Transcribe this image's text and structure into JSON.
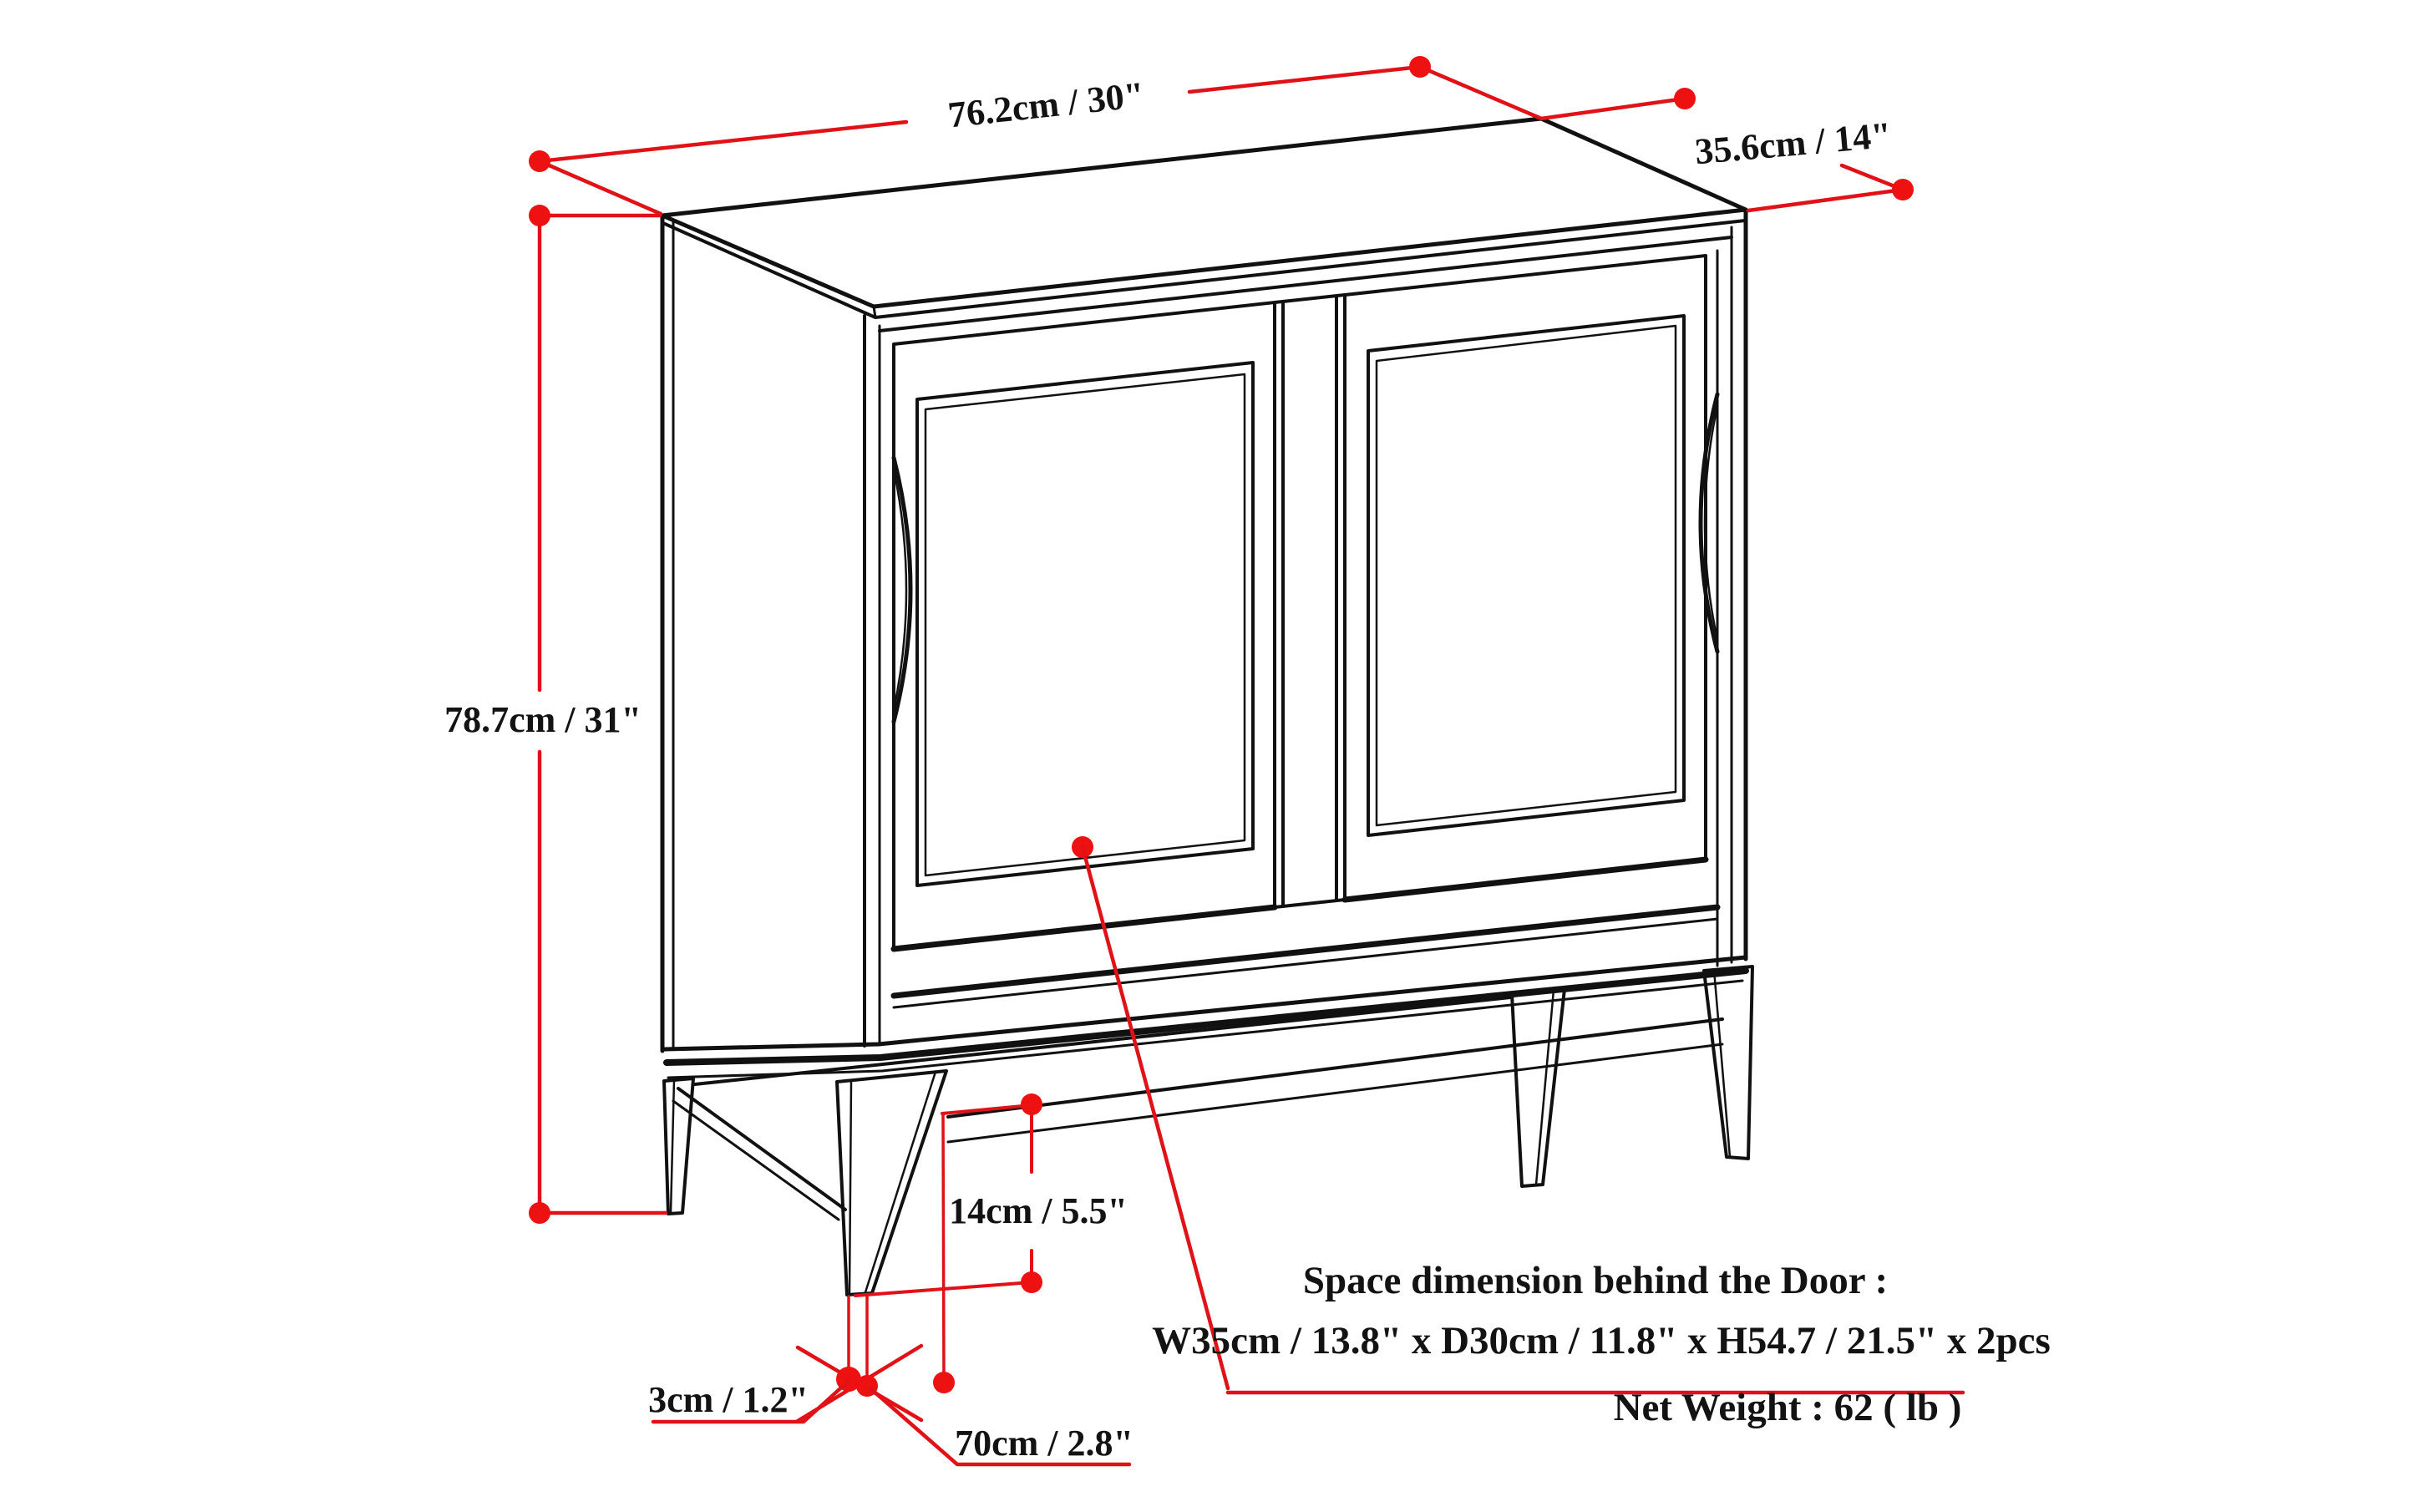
{
  "diagram": {
    "type": "furniture-dimension-drawing",
    "product": "two-door storage cabinet",
    "labels": {
      "width": "76.2cm / 30\"",
      "depth": "35.6cm / 14\"",
      "height": "78.7cm / 31\"",
      "leg_height": "14cm / 5.5\"",
      "foot_width": "3cm / 1.2\"",
      "foot_spacing": "70cm / 2.8\"",
      "space_note_line1": "Space dimension behind the Door :",
      "space_note_line2": "W35cm / 13.8\" x D30cm / 11.8\" x H54.7 / 21.5\" x 2pcs",
      "net_weight": "Net Weight : 62 ( lb )"
    },
    "colors": {
      "line_black": "#111111",
      "annotation_red": "#e01218",
      "marker_red": "#ee1111",
      "background": "#ffffff"
    }
  }
}
